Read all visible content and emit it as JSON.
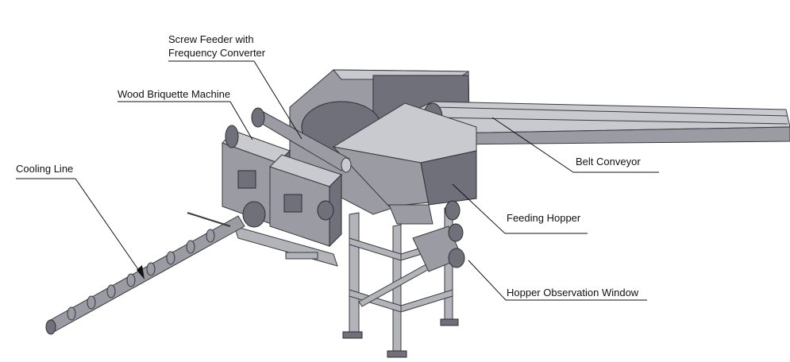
{
  "labels": {
    "screw_feeder_line1": "Screw Feeder with",
    "screw_feeder_line2": "Frequency Converter",
    "briquette_machine": "Wood Briquette Machine",
    "cooling_line": "Cooling Line",
    "belt_conveyor": "Belt Conveyor",
    "feeding_hopper": "Feeding Hopper",
    "observation_window": "Hopper Observation Window"
  },
  "colors": {
    "metal": "#9a9ba3",
    "metal_dark": "#6f7079",
    "outline": "#3a3a3f",
    "text": "#111111"
  }
}
